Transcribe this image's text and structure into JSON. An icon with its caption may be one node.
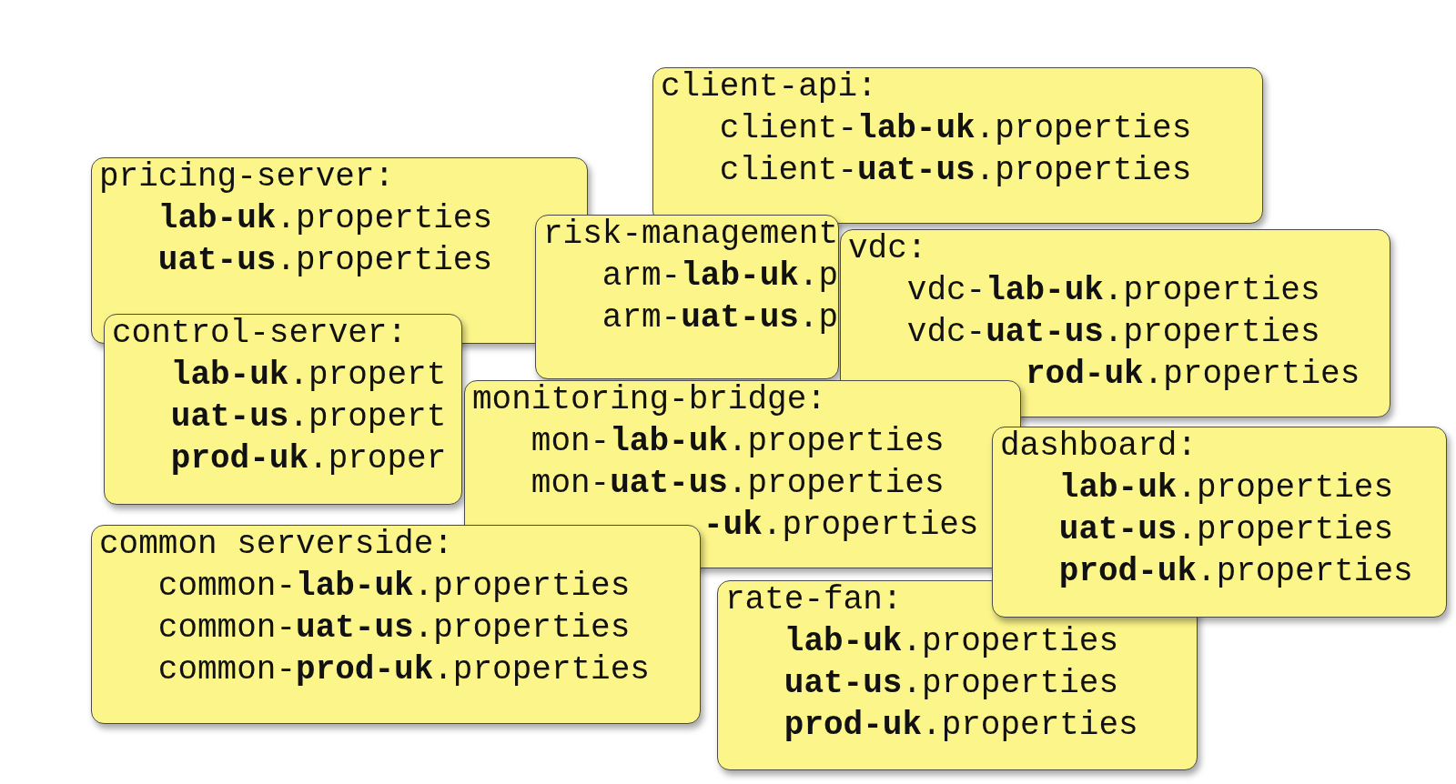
{
  "diagram": {
    "nodes": [
      {
        "text": [
          "client-api:",
          "client-**lab-uk**.properties",
          "client-**uat-us**.properties"
        ]
      },
      {
        "text": [
          "pricing-server:",
          "**lab-uk**.properties",
          "**uat-us**.properties"
        ]
      },
      {
        "text": [
          "control-server:",
          "**lab-uk**.propert",
          "**uat-us**.propert",
          "**prod-uk**.proper"
        ]
      },
      {
        "text": [
          "risk-management",
          "arm-**lab-uk**.p",
          "arm-**uat-us**.p"
        ]
      },
      {
        "text": [
          "vdc:",
          "vdc-**lab-uk**.properties",
          "vdc-**uat-us**.properties",
          "**rod-uk**.properties"
        ]
      },
      {
        "text": [
          "monitoring-bridge:",
          "mon-**lab-uk**.properties",
          "mon-**uat-us**.properties",
          "**-uk**.properties"
        ]
      },
      {
        "text": [
          "common serverside:",
          "common-**lab-uk**.properties",
          "common-**uat-us**.properties",
          "common-**prod-uk**.properties"
        ]
      },
      {
        "text": [
          "rate-fan:",
          "**lab-uk**.properties",
          "**uat-us**.properties",
          "**prod-uk**.properties"
        ]
      },
      {
        "text": [
          "dashboard:",
          "**lab-uk**.properties",
          "**uat-us**.properties",
          "**prod-uk**.properties"
        ]
      }
    ]
  }
}
